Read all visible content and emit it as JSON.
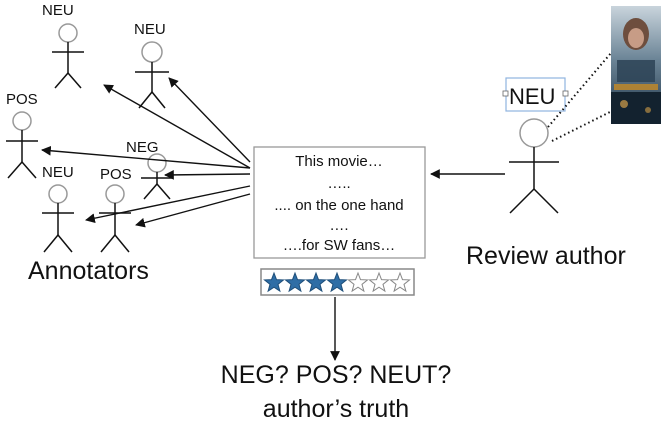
{
  "annotators": {
    "group_label": "Annotators",
    "labels": [
      "NEU",
      "NEU",
      "POS",
      "NEG",
      "NEU",
      "POS"
    ]
  },
  "author": {
    "label": "Review author",
    "tag": "NEU"
  },
  "review": {
    "lines": [
      "This movie…",
      "…..",
      ".... on the one hand",
      "….",
      "….for SW fans…"
    ]
  },
  "rating": {
    "filled_stars": 4,
    "total_stars": 7
  },
  "question": "NEG? POS? NEUT?",
  "caption": "author’s truth",
  "colors": {
    "star_fill": "#2f6ea6",
    "box_border": "#999999",
    "tag_border": "#8fb4e0"
  }
}
